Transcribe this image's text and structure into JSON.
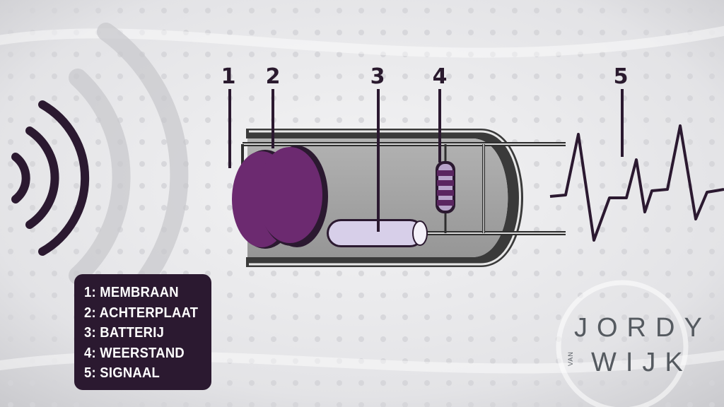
{
  "callouts": {
    "membrane_num": "1",
    "backplate_num": "2",
    "battery_num": "3",
    "resistor_num": "4",
    "signal_num": "5"
  },
  "legend": {
    "items": [
      "1: MEMBRAAN",
      "2: ACHTERPLAAT",
      "3: BATTERIJ",
      "4: WEERSTAND",
      "5: SIGNAAL"
    ]
  },
  "logo": {
    "first": "JORDY",
    "small": "VAN",
    "last": "WIJK"
  },
  "colors": {
    "purple": "#6c2a70",
    "dark": "#2b1930",
    "capsule": "#a3a3a3",
    "battery": "#d7cfe9",
    "background": "#e9e9eb"
  }
}
